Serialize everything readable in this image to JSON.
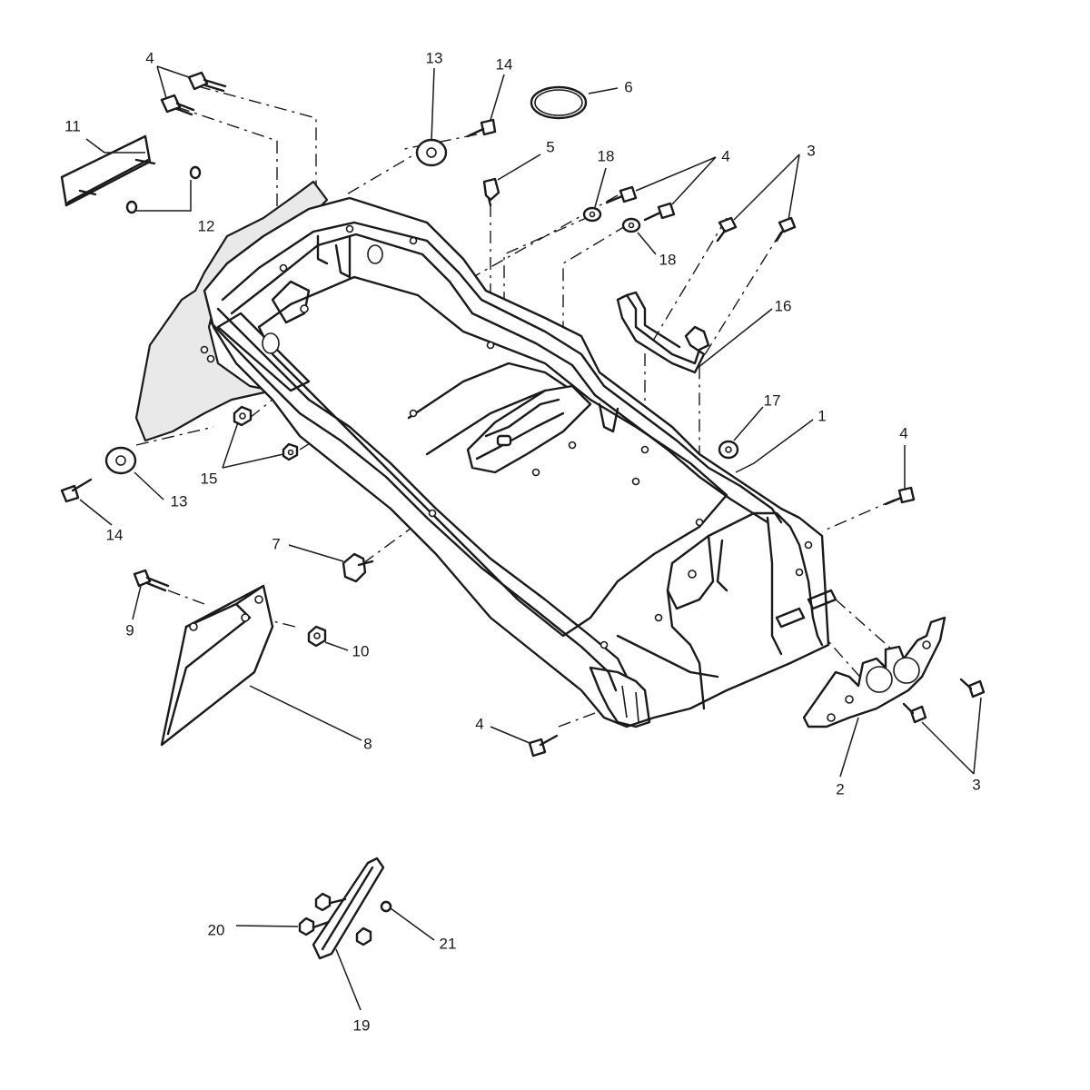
{
  "callouts": {
    "c1": "1",
    "c2": "2",
    "c3a": "3",
    "c3b": "3",
    "c4a": "4",
    "c4b": "4",
    "c4c": "4",
    "c4d": "4",
    "c5": "5",
    "c6": "6",
    "c7": "7",
    "c8": "8",
    "c9": "9",
    "c10": "10",
    "c11": "11",
    "c12": "12",
    "c13a": "13",
    "c13b": "13",
    "c14a": "14",
    "c14b": "14",
    "c15": "15",
    "c16": "16",
    "c17": "17",
    "c18a": "18",
    "c18b": "18",
    "c19": "19",
    "c20": "20",
    "c21": "21"
  },
  "icons": {
    "main-frame": "rear-mudguard-frame-icon",
    "bolt": "bolt-icon",
    "washer": "washer-icon",
    "nut": "nut-icon",
    "o-ring": "o-ring-icon"
  }
}
